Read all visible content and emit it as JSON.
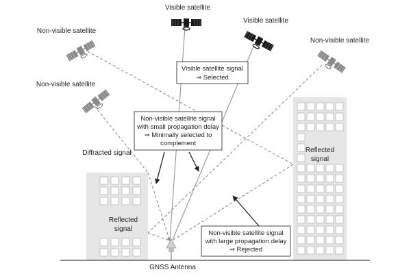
{
  "labels": {
    "visible_sat_1": "Visible satellite",
    "visible_sat_2": "Visible satellite",
    "nonvisible_sat_1": "Non-visible satellite",
    "nonvisible_sat_2": "Non-visible satellite",
    "nonvisible_sat_3": "Non-visible satellite",
    "diffracted": "Diffracted signal",
    "reflected_left_1": "Reflected",
    "reflected_left_2": "signal",
    "reflected_right_1": "Reflected",
    "reflected_right_2": "signal",
    "antenna": "GNSS Antenna"
  },
  "boxes": {
    "visible_signal": [
      "Visible satellite signal",
      "⇒ Selected"
    ],
    "small_delay": [
      "Non-visible satellite signal",
      "with small propagation delay",
      "⇒ Minimally selected to",
      "complement"
    ],
    "large_delay": [
      "Non-visible satellite signal",
      "with large propagation delay",
      "⇒ Rejected"
    ]
  },
  "icons": {
    "satellite": "satellite-icon",
    "antenna": "gnss-antenna-icon",
    "building": "building-icon"
  },
  "colors": {
    "visible_satellite": "#1a1a1a",
    "nonvisible_satellite": "#8a8a8a",
    "building": "#e6e6e6",
    "direct_signal": "#9a9a9a",
    "indirect_signal": "#8c8c8c"
  }
}
